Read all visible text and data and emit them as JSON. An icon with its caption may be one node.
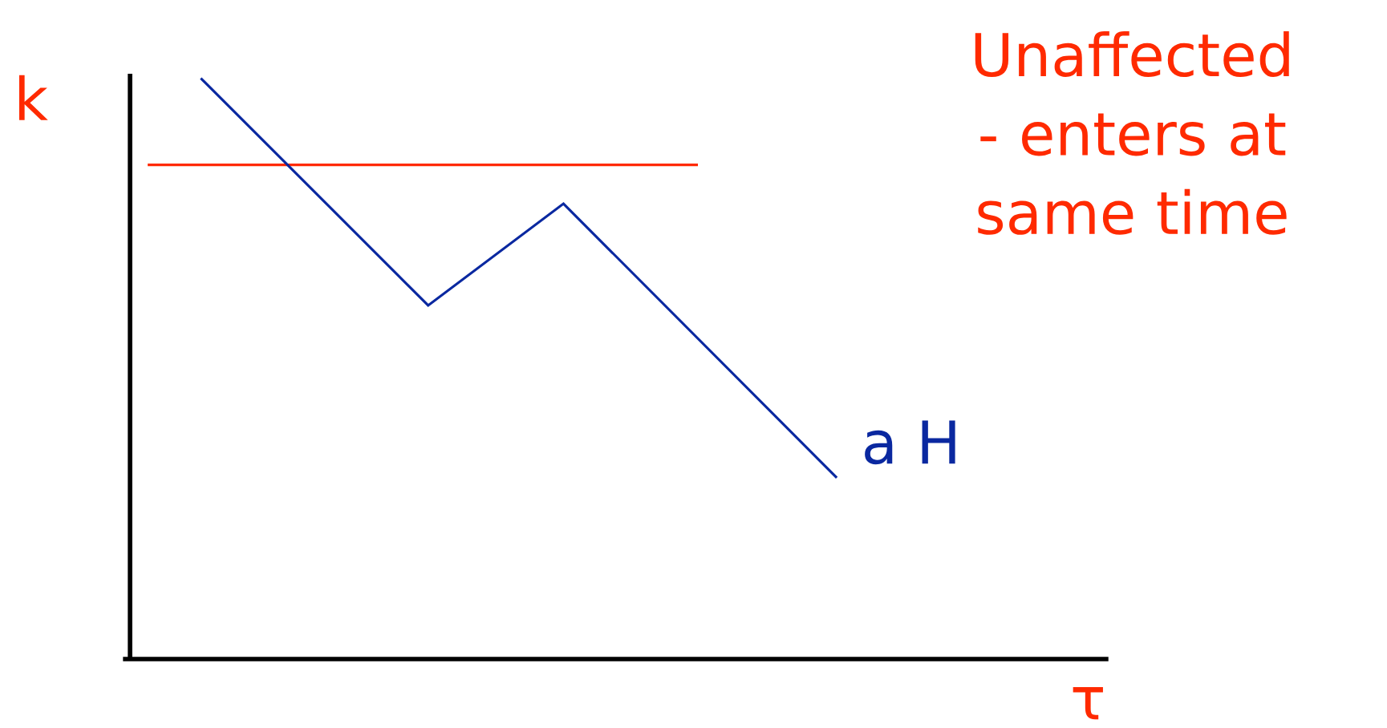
{
  "diagram": {
    "labels": [
      "k",
      "Unaffected - enters at same time",
      "a H",
      "τ"
    ]
  }
}
